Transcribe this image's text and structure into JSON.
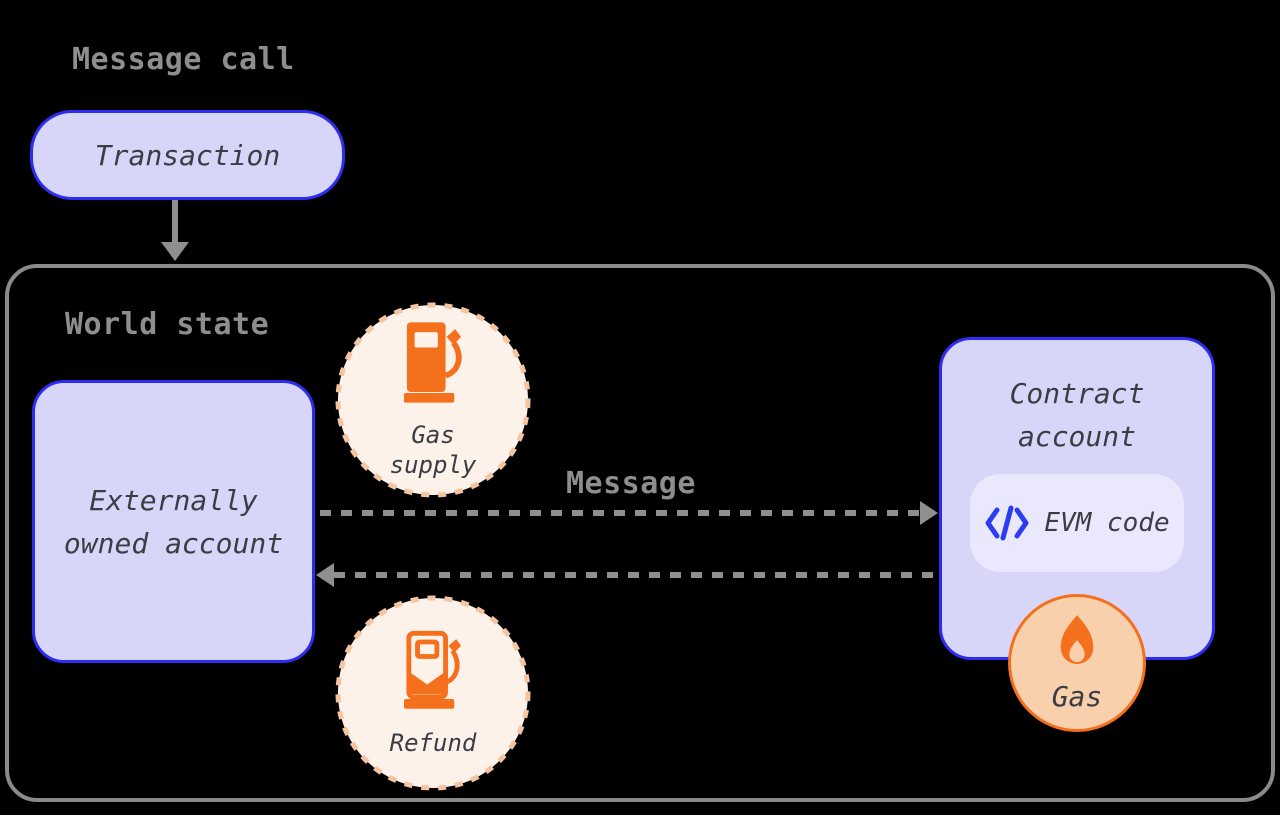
{
  "heading": "Message call",
  "transaction": {
    "label": "Transaction"
  },
  "world_state": {
    "title": "World state",
    "eoa": {
      "line1": "Externally",
      "line2": "owned account"
    },
    "gas_supply": {
      "line1": "Gas",
      "line2": "supply",
      "icon": "gas-pump-icon"
    },
    "message": {
      "label": "Message"
    },
    "contract": {
      "line1": "Contract",
      "line2": "account"
    },
    "evm": {
      "label": "EVM code",
      "icon": "code-icon"
    },
    "gas_badge": {
      "label": "Gas",
      "icon": "flame-icon"
    },
    "refund": {
      "label": "Refund",
      "icon": "gas-pump-outline-icon"
    }
  },
  "colors": {
    "background": "#000000",
    "lavender_fill": "#d8d6f8",
    "lavender_light": "#e9e8fc",
    "blue_border": "#2d2df2",
    "code_blue": "#2b3cf2",
    "label_gray": "#8e8e8e",
    "arrow_gray": "#8f8f8f",
    "panel_border_gray": "#8a8a8a",
    "dark_text": "#3c3c44",
    "orange": "#f4701d",
    "cream_fill": "#fdf2ea",
    "peach_dash_border": "#f5c4a1",
    "peach_fill": "#f9d0ac"
  }
}
